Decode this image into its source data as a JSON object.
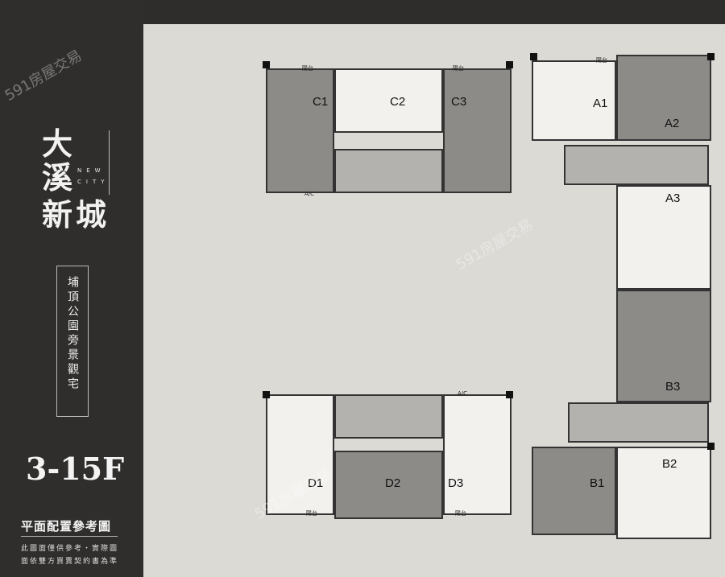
{
  "brand": {
    "title_chars": [
      "大",
      "溪",
      "新",
      "城"
    ],
    "subtitle_line1": "NEW",
    "subtitle_line2": "CITY"
  },
  "slogan": "埔頂公園旁景觀宅",
  "floors": "3-15F",
  "plan_title": "平面配置參考圖",
  "notes": [
    "此圖面僅供參考・實際圖",
    "面依雙方買賣契約書為準"
  ],
  "units": [
    "C1",
    "C2",
    "C3",
    "A1",
    "A2",
    "A3",
    "B3",
    "B2",
    "B1",
    "D1",
    "D2",
    "D3"
  ],
  "room_label": "陽台",
  "ac_label": "A/C",
  "watermark": "591房屋交易"
}
